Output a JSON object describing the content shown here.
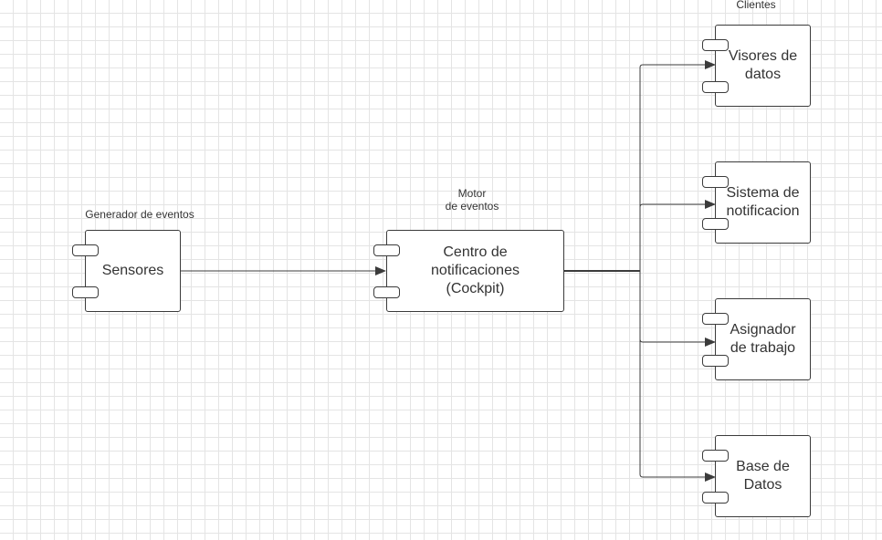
{
  "diagram": {
    "labels": {
      "generator": "Generador de eventos",
      "engine": "Motor\nde eventos",
      "clients": "Clientes"
    },
    "components": {
      "sensores": "Sensores",
      "centro": "Centro de\nnotificaciones\n(Cockpit)",
      "visores": "Visores de\ndatos",
      "sistema": "Sistema de\nnotificacion",
      "asignador": "Asignador\nde trabajo",
      "base": "Base de\nDatos"
    },
    "colors": {
      "line": "#3b3b3b",
      "grid": "#e4e4e4",
      "text": "#333333"
    }
  }
}
